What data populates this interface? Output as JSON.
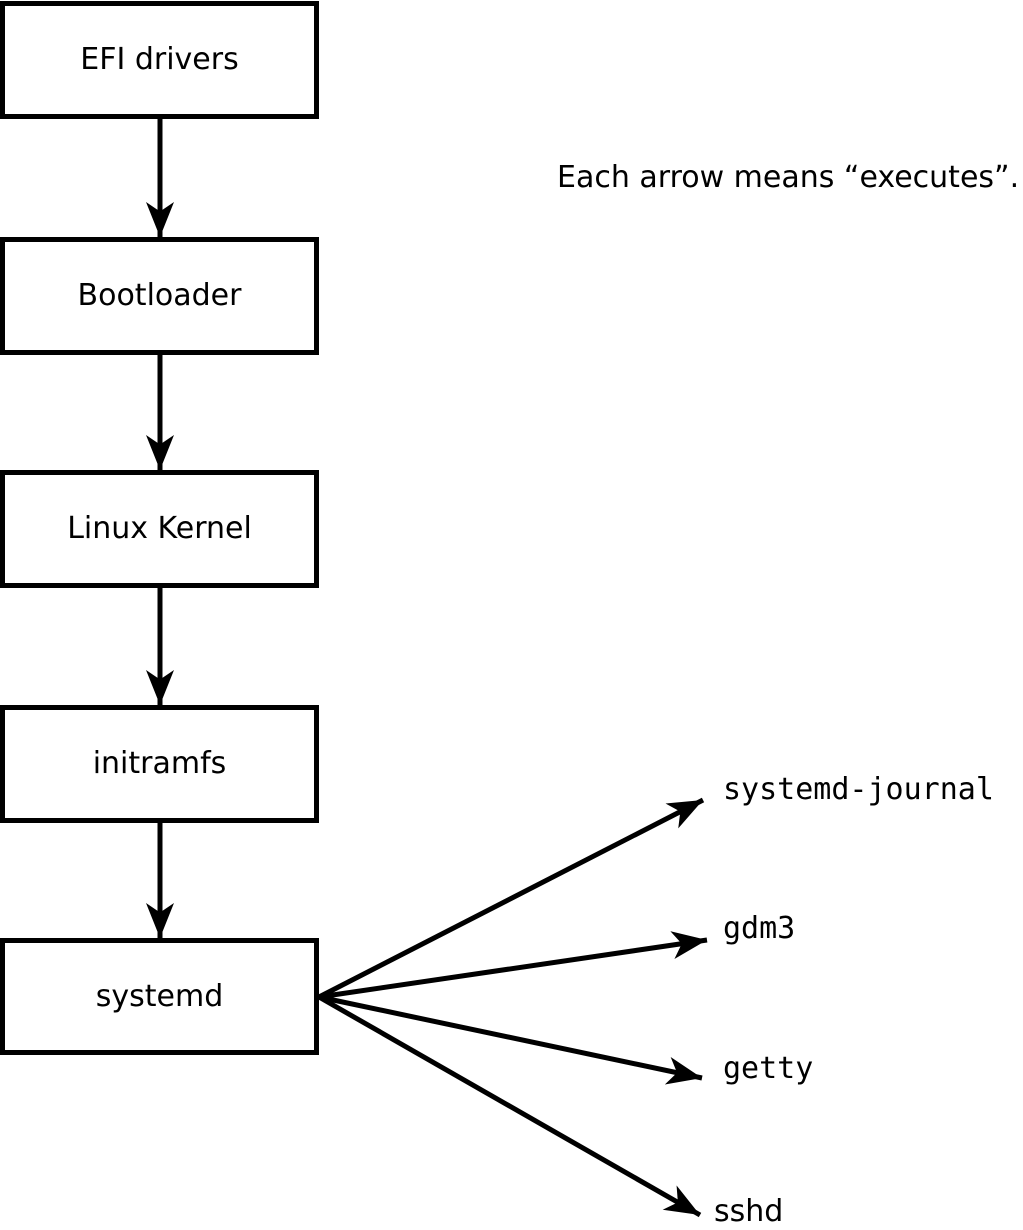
{
  "diagram": {
    "note": "Each arrow means “executes”.",
    "nodes": [
      {
        "label": "EFI drivers"
      },
      {
        "label": "Bootloader"
      },
      {
        "label": "Linux Kernel"
      },
      {
        "label": "initramfs"
      },
      {
        "label": "systemd"
      }
    ],
    "spawned": [
      {
        "label": "systemd-journal"
      },
      {
        "label": "gdm3"
      },
      {
        "label": "getty"
      },
      {
        "label": "sshd"
      }
    ],
    "colors": {
      "stroke": "#000000",
      "box_fill": "#ffffff",
      "background": "#ffffff",
      "text": "#000000"
    }
  }
}
